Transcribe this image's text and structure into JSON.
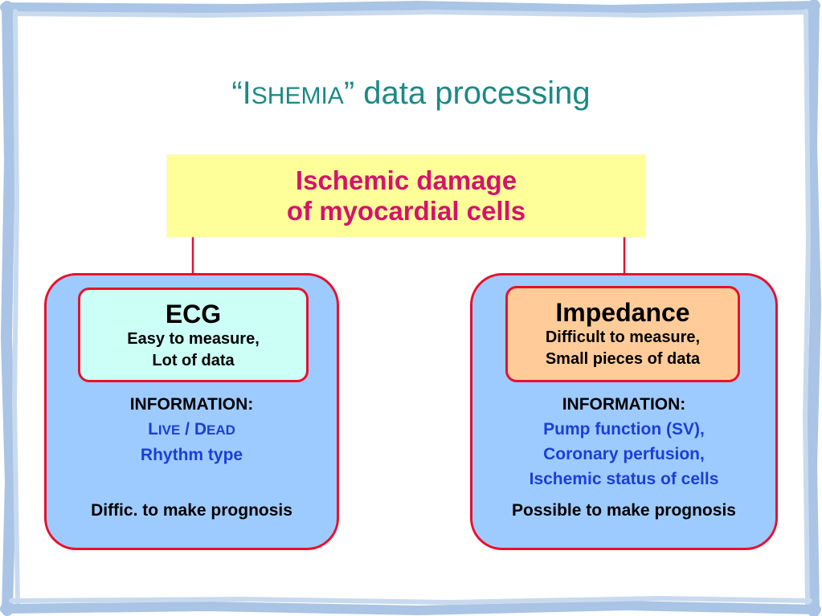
{
  "title": {
    "open_quote": "“",
    "initial": "I",
    "smallcaps": "SHEMIA",
    "rest": "” data processing"
  },
  "top_box": {
    "line1": "Ischemic damage",
    "line2": "of myocardial cells"
  },
  "left": {
    "heading": "ECG",
    "sub1": "Easy to measure,",
    "sub2": "Lot of data",
    "info_label": "INFORMATION:",
    "live_initial": "L",
    "live_rest": "IVE",
    "slash": " / ",
    "dead_initial": "D",
    "dead_rest": "EAD",
    "rhythm": "Rhythm type",
    "prognosis": "Diffic. to make prognosis"
  },
  "right": {
    "heading": "Impedance",
    "sub1": "Difficult to measure,",
    "sub2": "Small pieces of data",
    "info_label": "INFORMATION:",
    "line1": "Pump function (SV),",
    "line2": "Coronary perfusion,",
    "line3": "Ischemic status of cells",
    "prognosis": "Possible to make prognosis"
  },
  "colors": {
    "title": "#1b8a86",
    "top_box_bg": "#ffff99",
    "top_box_text": "#d4146c",
    "panel_bg": "#9ecbff",
    "border_red": "#e8112d",
    "ecg_bg": "#ccfff5",
    "impedance_bg": "#ffcc99",
    "info_blue": "#1a3fd6",
    "frame_blue": "#a9c4e4"
  }
}
